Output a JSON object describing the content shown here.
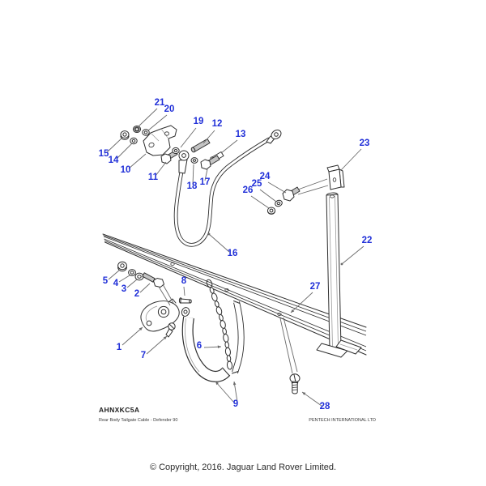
{
  "colors": {
    "callout": "#2130d8",
    "part_line": "#2e2e2e",
    "leader": "#6a6a6a",
    "background": "#ffffff"
  },
  "diagram": {
    "code": "AHNXKC5A",
    "caption": "Rear Body Tailgate Cable - Defender 90",
    "publisher": "PENTECH INTERNATIONAL LTD",
    "callouts": [
      {
        "n": "1"
      },
      {
        "n": "2"
      },
      {
        "n": "3"
      },
      {
        "n": "4"
      },
      {
        "n": "5"
      },
      {
        "n": "6"
      },
      {
        "n": "7"
      },
      {
        "n": "8"
      },
      {
        "n": "9"
      },
      {
        "n": "10"
      },
      {
        "n": "11"
      },
      {
        "n": "12"
      },
      {
        "n": "13"
      },
      {
        "n": "14"
      },
      {
        "n": "15"
      },
      {
        "n": "16"
      },
      {
        "n": "17"
      },
      {
        "n": "18"
      },
      {
        "n": "19"
      },
      {
        "n": "20"
      },
      {
        "n": "21"
      },
      {
        "n": "22"
      },
      {
        "n": "23"
      },
      {
        "n": "24"
      },
      {
        "n": "25"
      },
      {
        "n": "26"
      },
      {
        "n": "27"
      },
      {
        "n": "28"
      }
    ]
  },
  "footer": {
    "copyright": "© Copyright, 2016. Jaguar Land Rover Limited."
  }
}
